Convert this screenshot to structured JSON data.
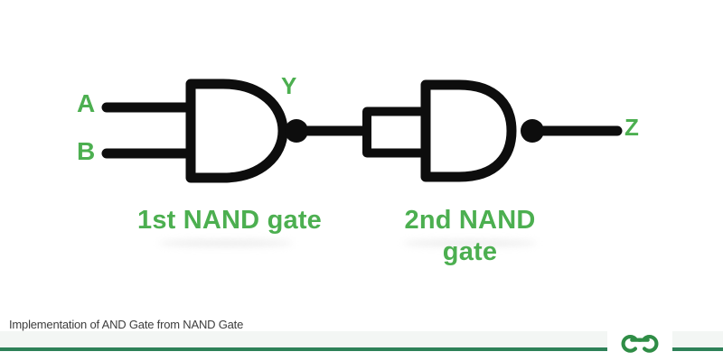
{
  "diagram": {
    "title_semantic": "AND gate built from two NAND gates",
    "input_labels": {
      "a": "A",
      "b": "B"
    },
    "intermediate_label": "Y",
    "output_label": "Z",
    "gate1_caption": "1st NAND gate",
    "gate2_caption": "2nd NAND gate",
    "gates": [
      {
        "name": "1st NAND gate",
        "inputs": [
          "A",
          "B"
        ],
        "output": "Y"
      },
      {
        "name": "2nd NAND gate",
        "inputs": [
          "Y",
          "Y"
        ],
        "output": "Z"
      }
    ]
  },
  "footer": {
    "caption": "Implementation of AND Gate from NAND Gate",
    "logo_name": "geeksforgeeks-logo"
  },
  "colors": {
    "label_green": "#4caf50",
    "circuit_black": "#0d0d0d",
    "divider_green": "#2e8158",
    "logo_green": "#2f8d46",
    "footer_band_gray": "#f3f6f4",
    "caption_text": "#3d3d3d"
  }
}
